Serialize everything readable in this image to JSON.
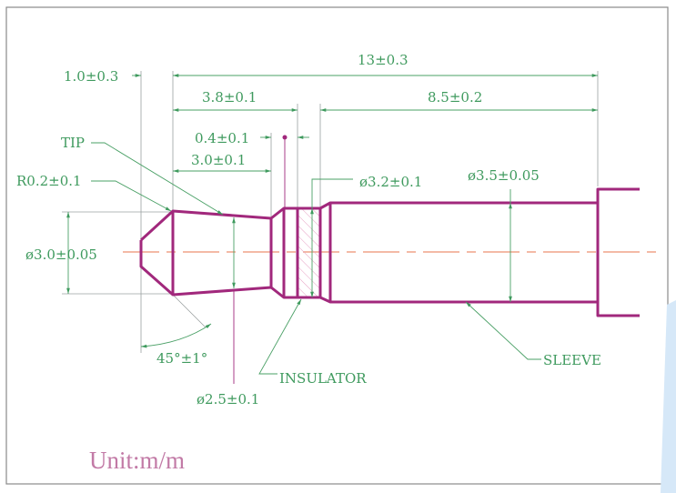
{
  "drawing": {
    "dimensions": {
      "overall_length": "13±0.3",
      "chamfer_length": "1.0±0.3",
      "tip_ring_length": "3.8±0.1",
      "sleeve_length": "8.5±0.2",
      "ring_width": "0.4±0.1",
      "tip_length": "3.0±0.1",
      "tip_radius": "R0.2±0.1",
      "tip_diameter": "ø3.0±0.05",
      "neck_diameter": "ø2.5±0.1",
      "insulator_diameter": "ø3.2±0.1",
      "sleeve_diameter": "ø3.5±0.05",
      "chamfer_angle": "45°±1°"
    },
    "labels": {
      "tip": "TIP",
      "insulator": "INSULATOR",
      "sleeve": "SLEEVE"
    },
    "unit": "Unit:m/m"
  },
  "colors": {
    "outline": "#a1287c",
    "dimension": "#3f9a5e",
    "centerline": "#f0a488",
    "unit_text": "#c27aa6"
  }
}
